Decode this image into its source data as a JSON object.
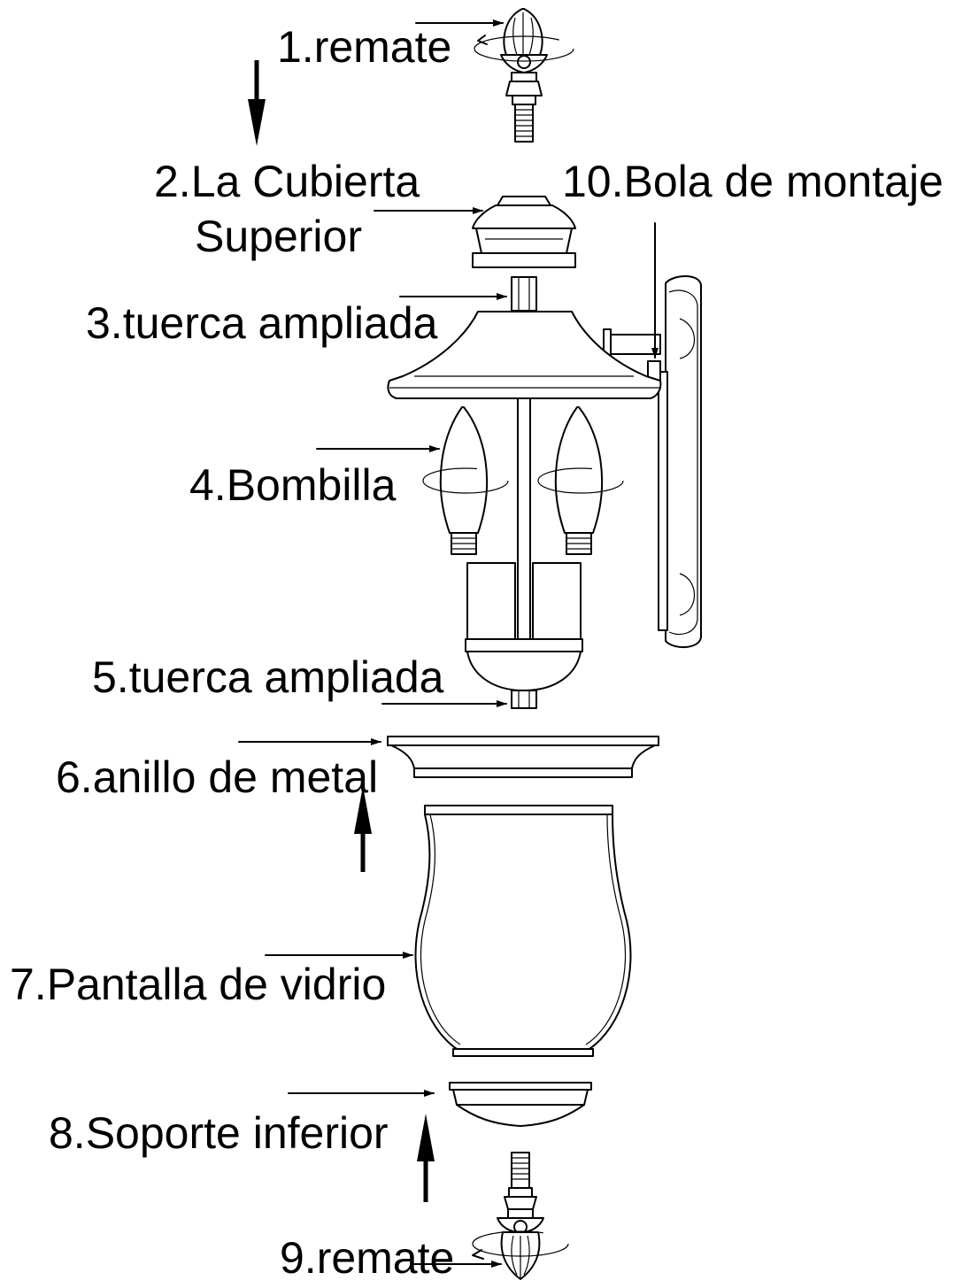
{
  "labels": {
    "part1": "1.remate",
    "part2_line1": "2.La Cubierta",
    "part2_line2": "Superior",
    "part3": "3.tuerca ampliada",
    "part4": "4.Bombilla",
    "part5": "5.tuerca ampliada",
    "part6": "6.anillo de metal",
    "part7": "7.Pantalla de vidrio",
    "part8": "8.Soporte inferior",
    "part9": "9.remate",
    "part10": "10.Bola de montaje"
  }
}
